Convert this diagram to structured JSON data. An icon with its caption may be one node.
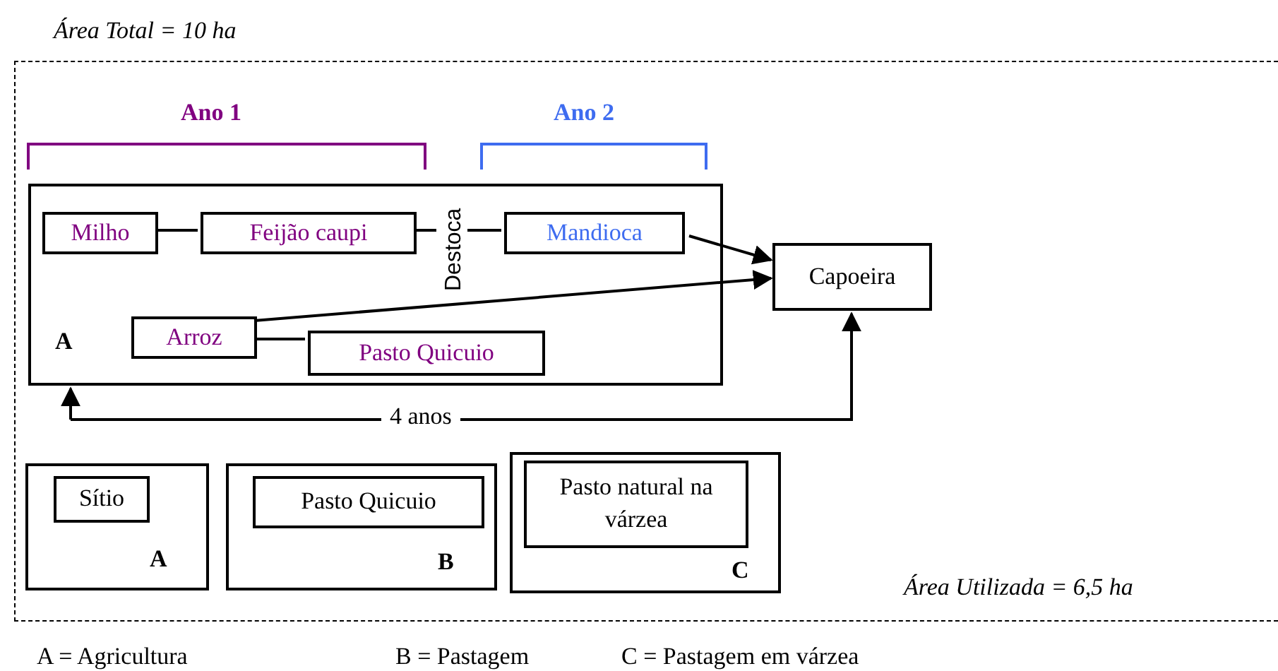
{
  "diagram": {
    "nodes": [
      {
        "text": [
          "Área Total = 10 ha",
          "Área Utilizada = 6,5 ha"
        ]
      },
      {
        "text": [
          "A"
        ],
        "in": 0
      },
      {
        "text": [
          "Milho"
        ],
        "in": 1
      },
      {
        "text": [
          "Feijão caupi"
        ],
        "in": 1
      },
      {
        "text": [
          "Destoca"
        ],
        "in": 1
      },
      {
        "text": [
          "Mandioca"
        ],
        "in": 1
      },
      {
        "text": [
          "Arroz"
        ],
        "in": 1
      },
      {
        "text": [
          "Pasto Quicuio"
        ],
        "in": 1
      },
      {
        "text": [
          "Capoeira"
        ],
        "in": 0
      },
      {
        "text": [
          "A"
        ],
        "in": 0
      },
      {
        "text": [
          "Sítio"
        ],
        "in": 9
      },
      {
        "text": [
          "B"
        ],
        "in": 0
      },
      {
        "text": [
          "Pasto Quicuio"
        ],
        "in": 11
      },
      {
        "text": [
          "C"
        ],
        "in": 0
      },
      {
        "text": [
          "Pasto natural na várzea"
        ],
        "in": 13
      }
    ],
    "edges": [
      {
        "from": 2,
        "to": 3,
        "arrow": "none"
      },
      {
        "from": 3,
        "to": 4,
        "arrow": "none"
      },
      {
        "from": 4,
        "to": 5,
        "arrow": "none"
      },
      {
        "from": 5,
        "to": 8,
        "arrow": "to"
      },
      {
        "from": 6,
        "to": 8,
        "arrow": "to"
      },
      {
        "from": 6,
        "to": 7,
        "arrow": "none"
      },
      {
        "from": 1,
        "to": 8,
        "label": "4 anos",
        "arrow": "both"
      }
    ],
    "labels": [
      "Ano 1",
      "Ano 2",
      "A = Agricultura",
      "B = Pastagem",
      "C = Pastagem em várzea"
    ]
  }
}
